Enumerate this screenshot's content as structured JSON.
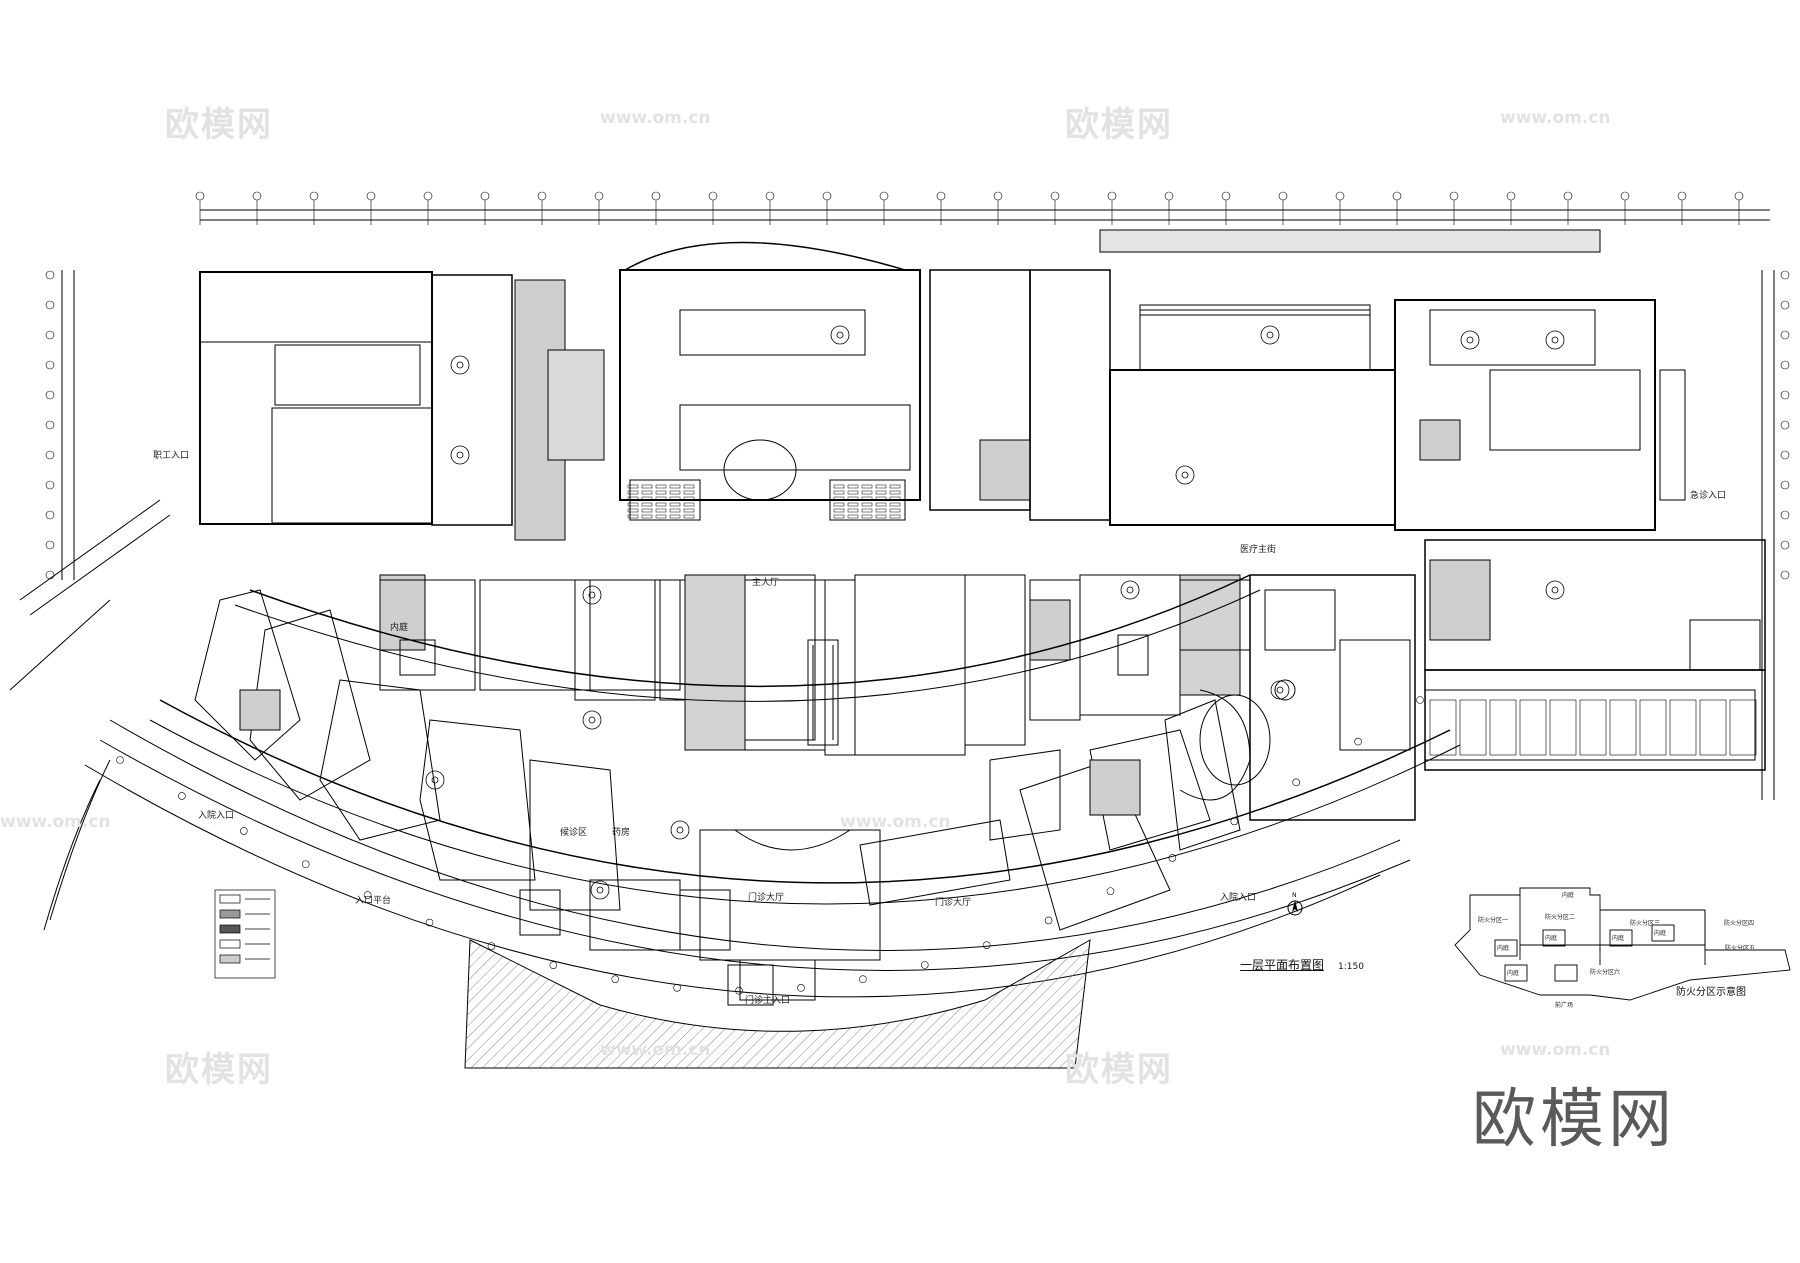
{
  "drawing": {
    "title": "一层平面布置图",
    "scale": "1:150"
  },
  "fire_zone_diagram": {
    "title": "防火分区示意图",
    "labels": [
      "防火分区一",
      "防火分区二",
      "防火分区三",
      "防火分区四",
      "防火分区五",
      "防火分区六",
      "内庭",
      "内庭",
      "内庭",
      "内庭",
      "内庭",
      "内庭",
      "前广场"
    ]
  },
  "room_labels": {
    "main_hall": "门诊大厅",
    "entrance_main": "门诊主入口",
    "hall2": "主大厅",
    "courtyard": "内庭",
    "waiting": "候诊区",
    "pharmacy": "药房",
    "emergency_entry": "急诊入口",
    "inpatient_entry": "入院入口",
    "staff_entry": "职工入口",
    "medical_street": "医疗主街",
    "outpatient_lobby": "门诊大厅",
    "entrance_left": "入院入口",
    "platform": "入口平台"
  },
  "watermarks": {
    "cn": "欧模网",
    "url": "www.om.cn"
  },
  "brand": "欧模网",
  "north": "N"
}
